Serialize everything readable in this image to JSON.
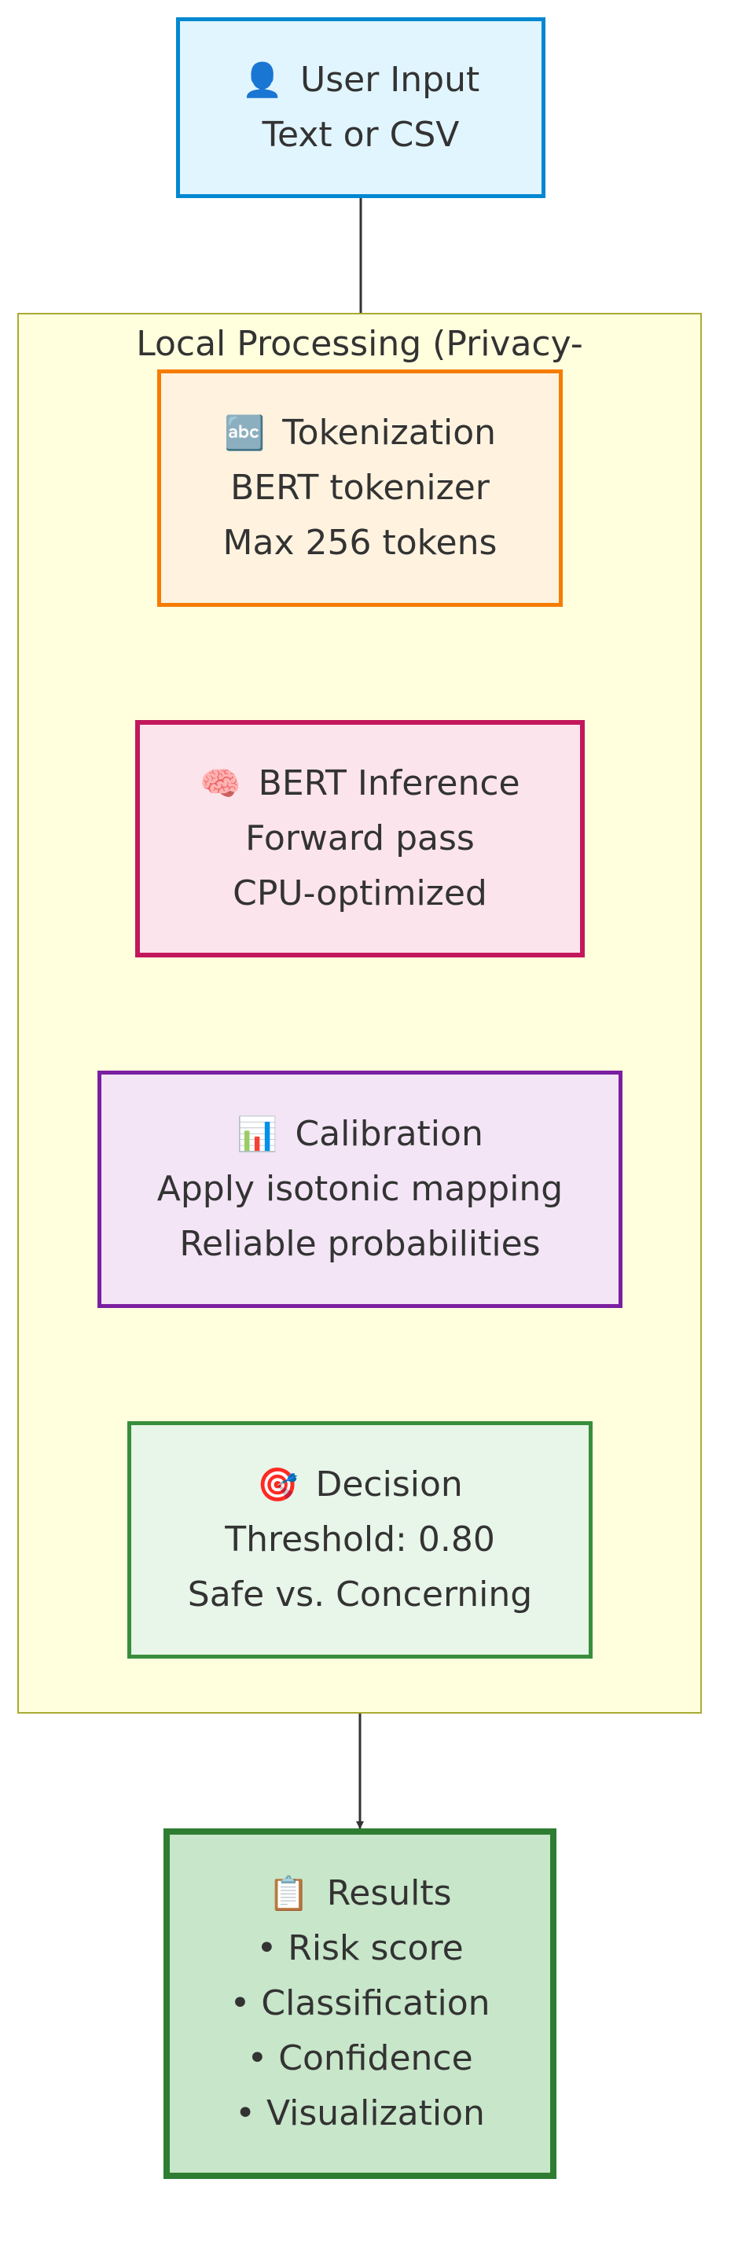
{
  "diagram": {
    "type": "flowchart",
    "direction": "top-down",
    "group": {
      "title": "Local Processing (Privacy-",
      "fill": "#ffffde",
      "border": "#aaaa33"
    },
    "nodes": [
      {
        "id": "input",
        "icon": "👤",
        "icon_name": "user-icon",
        "title": "User Input",
        "lines": [
          "Text or CSV"
        ],
        "fill": "#e1f5fe",
        "border": "#0288d1"
      },
      {
        "id": "tokenize",
        "icon": "🔤",
        "icon_name": "abc-icon",
        "title": "Tokenization",
        "lines": [
          "BERT tokenizer",
          "Max 256 tokens"
        ],
        "fill": "#fff3e0",
        "border": "#f57c00"
      },
      {
        "id": "inference",
        "icon": "🧠",
        "icon_name": "brain-icon",
        "title": "BERT Inference",
        "lines": [
          "Forward pass",
          "CPU-optimized"
        ],
        "fill": "#fce4ec",
        "border": "#c2185b"
      },
      {
        "id": "calibration",
        "icon": "📊",
        "icon_name": "bar-chart-icon",
        "title": "Calibration",
        "lines": [
          "Apply isotonic mapping",
          "Reliable probabilities"
        ],
        "fill": "#f3e5f5",
        "border": "#7b1fa2"
      },
      {
        "id": "decision",
        "icon": "🎯",
        "icon_name": "target-icon",
        "title": "Decision",
        "lines": [
          "Threshold: 0.80",
          "Safe vs. Concerning"
        ],
        "fill": "#e8f5e9",
        "border": "#388e3c"
      },
      {
        "id": "results",
        "icon": "📋",
        "icon_name": "clipboard-icon",
        "title": "Results",
        "lines": [
          "• Risk score",
          "• Classification",
          "• Confidence",
          "• Visualization"
        ],
        "fill": "#c8e6c9",
        "border": "#2e7d32"
      }
    ],
    "edges": [
      {
        "from": "input",
        "to": "tokenize"
      },
      {
        "from": "tokenize",
        "to": "inference"
      },
      {
        "from": "inference",
        "to": "calibration"
      },
      {
        "from": "calibration",
        "to": "decision"
      },
      {
        "from": "decision",
        "to": "results"
      }
    ],
    "edge_color": "#333333"
  }
}
